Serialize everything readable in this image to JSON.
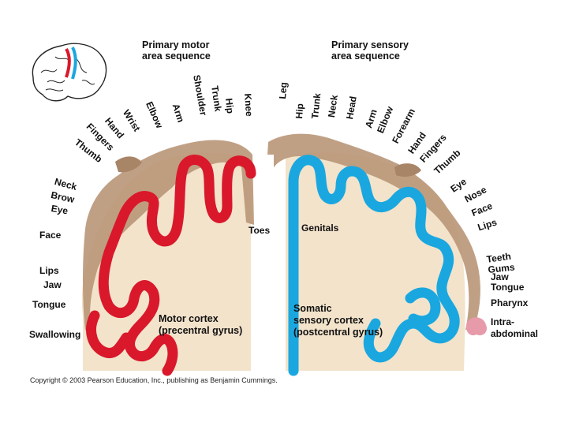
{
  "titles": {
    "motor_line1": "Primary motor",
    "motor_line2": "area sequence",
    "sensory_line1": "Primary sensory",
    "sensory_line2": "area sequence"
  },
  "motor_labels": {
    "arc": [
      "Thumb",
      "Fingers",
      "Hand",
      "Wrist",
      "Elbow",
      "Arm",
      "Shoulder",
      "Trunk",
      "Hip",
      "Knee"
    ],
    "side": [
      "Neck",
      "Brow",
      "Eye",
      "Face",
      "Lips",
      "Jaw",
      "Tongue",
      "Swallowing"
    ],
    "toes": "Toes"
  },
  "sensory_labels": {
    "arc": [
      "Leg",
      "Hip",
      "Trunk",
      "Neck",
      "Head",
      "Arm",
      "Elbow",
      "Forearm",
      "Hand",
      "Fingers",
      "Thumb",
      "Eye"
    ],
    "side": [
      "Nose",
      "Face",
      "Lips",
      "Teeth",
      "Gums",
      "Jaw",
      "Tongue",
      "Pharynx",
      "Intra-",
      "abdominal"
    ],
    "genitals": "Genitals"
  },
  "cortex": {
    "motor_line1": "Motor cortex",
    "motor_line2": "(precentral gyrus)",
    "sensory_line1": "Somatic",
    "sensory_line2": "sensory cortex",
    "sensory_line3": "(postcentral gyrus)"
  },
  "colors": {
    "motor": "#d9182b",
    "sensory": "#1aa7e0",
    "tissue": "#f3e3cb",
    "homunculus": "#b99678"
  },
  "copyright": "Copyright © 2003 Pearson Education, Inc., publishing as Benjamin Cummings."
}
